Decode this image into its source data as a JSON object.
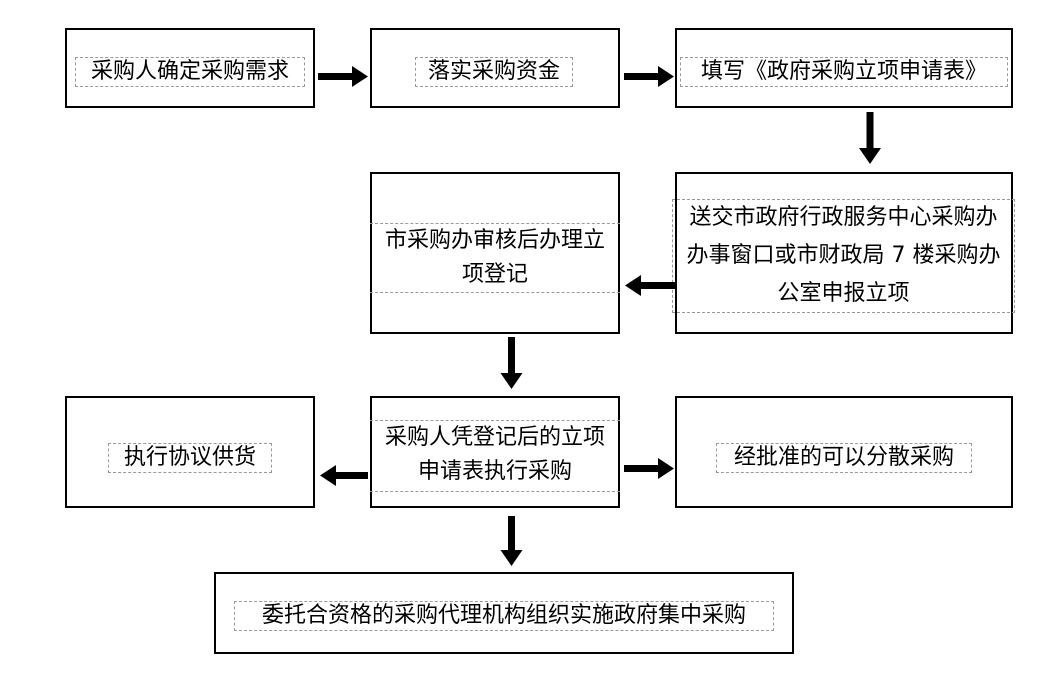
{
  "nodes": {
    "determine_demand": "采购人确定采购需求",
    "funding": "落实采购资金",
    "fill_form": "填写《政府采购立项申请表》",
    "submit_lines": [
      "送交市政府行政服务中心采购办",
      "办事窗口或市财政局 7 楼采购办",
      "公室申报立项"
    ],
    "review_lines": [
      "市采购办审核后办理立",
      "项登记"
    ],
    "execute_lines": [
      "采购人凭登记后的立项",
      "申请表执行采购"
    ],
    "agreement_supply": "执行协议供货",
    "decentralized": "经批准的可以分散采购",
    "centralized": "委托合资格的采购代理机构组织实施政府集中采购"
  },
  "colors": {
    "border": "#000000",
    "dash": "#9a9a9a",
    "arrow": "#000000"
  }
}
